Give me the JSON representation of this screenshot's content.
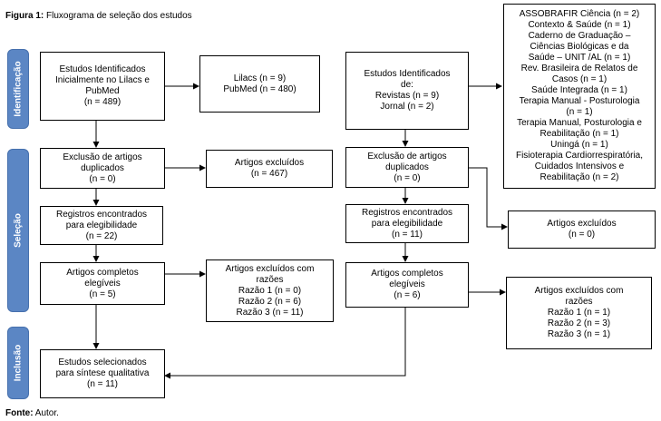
{
  "caption": {
    "label": "Figura 1:",
    "text": " Fluxograma de seleção dos estudos"
  },
  "source": {
    "label": "Fonte:",
    "text": " Autor."
  },
  "phases": {
    "identificacao": "Identificação",
    "selecao": "Seleção",
    "inclusao": "Inclusão"
  },
  "left": {
    "identified": [
      "Estudos Identificados",
      "Inicialmente no Lilacs e",
      "PubMed",
      "(n = 489)"
    ],
    "databases": [
      "Lilacs (n = 9)",
      "PubMed (n = 480)"
    ],
    "duplicates": [
      "Exclusão de artigos",
      "duplicados",
      "(n = 0)"
    ],
    "excluded": [
      "Artigos excluídos",
      "(n = 467)"
    ],
    "eligible_records": [
      "Registros encontrados",
      "para elegibilidade",
      "(n = 22)"
    ],
    "full_articles": [
      "Artigos completos",
      "elegíveis",
      "(n = 5)"
    ],
    "excluded_reasons": [
      "Artigos excluídos com",
      "razões",
      "Razão 1 (n = 0)",
      "Razão 2 (n = 6)",
      "Razão 3 (n = 11)"
    ],
    "selected": [
      "Estudos selecionados",
      "para síntese qualitativa",
      "(n = 11)"
    ]
  },
  "right": {
    "identified": [
      "Estudos Identificados",
      "de:",
      "Revistas (n = 9)",
      "Jornal (n = 2)"
    ],
    "journals": [
      "ASSOBRAFIR Ciência (n = 2)",
      "Contexto & Saúde (n = 1)",
      "Caderno de Graduação –",
      "Ciências Biológicas e da",
      "Saúde – UNIT /AL (n = 1)",
      "Rev. Brasileira de Relatos de",
      "Casos (n = 1)",
      "Saúde Integrada (n = 1)",
      "Terapia Manual - Posturologia",
      "(n = 1)",
      "Terapia Manual, Posturologia e",
      "Reabilitação (n = 1)",
      "Uningá (n = 1)",
      "Fisioterapia Cardiorrespiratória,",
      "Cuidados Intensivos e",
      "Reabilitação (n = 2)"
    ],
    "duplicates": [
      "Exclusão de artigos",
      "duplicados",
      "(n = 0)"
    ],
    "eligible_records": [
      "Registros encontrados",
      "para elegibilidade",
      "(n = 11)"
    ],
    "excluded": [
      "Artigos excluídos",
      "(n = 0)"
    ],
    "full_articles": [
      "Artigos completos",
      "elegíveis",
      "(n = 6)"
    ],
    "excluded_reasons": [
      "Artigos excluídos com",
      "razões",
      "Razão 1 (n = 1)",
      "Razão 2 (n = 3)",
      "Razão 3 (n = 1)"
    ]
  }
}
